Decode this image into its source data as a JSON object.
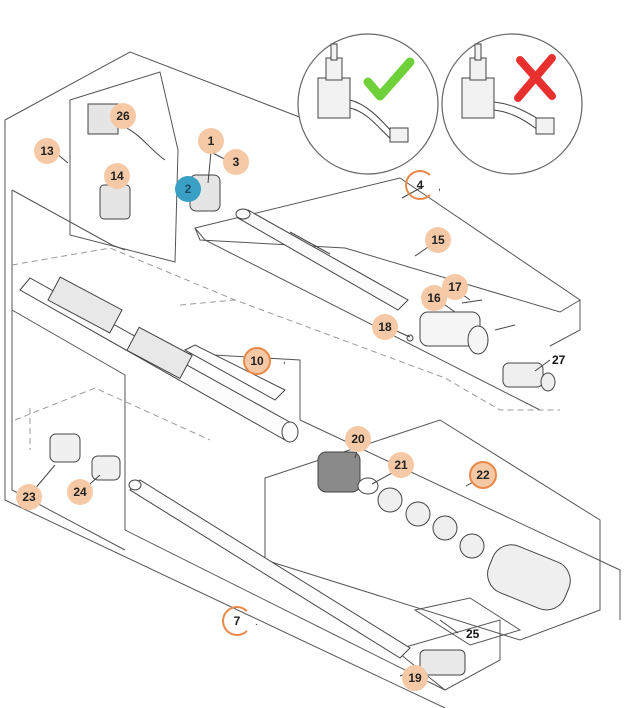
{
  "callouts": {
    "c1": "1",
    "c2": "2",
    "c3": "3",
    "c4": "4",
    "c7": "7",
    "c10": "10",
    "c13": "13",
    "c14": "14",
    "c15": "15",
    "c16": "16",
    "c17": "17",
    "c18": "18",
    "c19": "19",
    "c20": "20",
    "c21": "21",
    "c22": "22",
    "c23": "23",
    "c24": "24",
    "c25": "25",
    "c26": "26",
    "c27": "27"
  },
  "marks": {
    "comma_4": ",",
    "comma_10": ",",
    "dot_7": "."
  },
  "connector_panel": {
    "correct_icon": "check-icon",
    "wrong_icon": "cross-icon"
  },
  "colors": {
    "callout_fill": "#f6c9a6",
    "callout_ring": "#e8894a",
    "highlight_callout": "#3a9fc4",
    "check_green": "#6fd13a",
    "cross_red": "#e8312f",
    "line": "#444444",
    "dashed": "#9a9a9a"
  }
}
